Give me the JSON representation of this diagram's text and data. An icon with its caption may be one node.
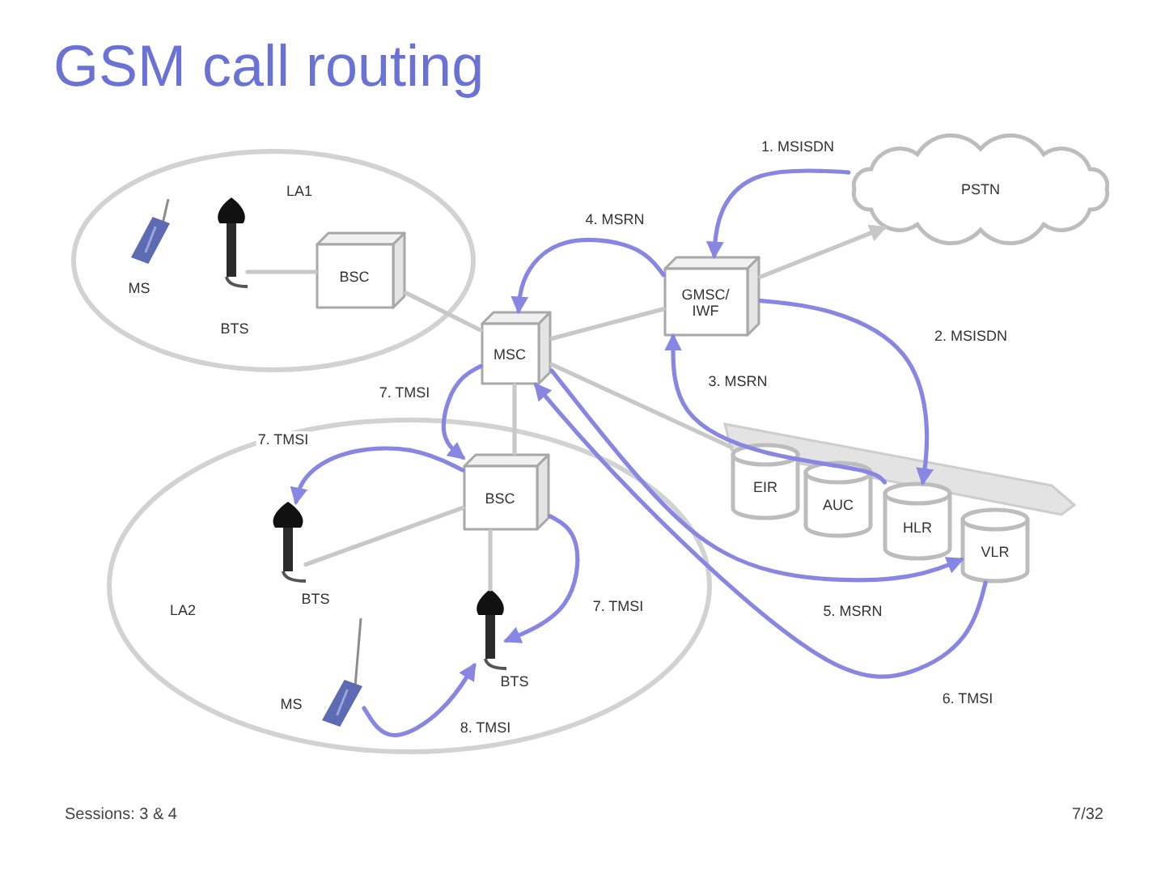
{
  "diagram": {
    "title": "GSM call routing",
    "nodes": [
      {
        "text": [
          "LA1"
        ]
      },
      {
        "text": [],
        "shape": "phone",
        "beside": [
          "MS"
        ],
        "in": 0
      },
      {
        "text": [],
        "shape": "antenna",
        "beside": [
          "BTS"
        ],
        "in": 0
      },
      {
        "text": [
          "BSC"
        ],
        "in": 0
      },
      {
        "text": [
          "MSC"
        ]
      },
      {
        "text": [
          "GMSC/ IWF"
        ]
      },
      {
        "text": [
          "PSTN"
        ]
      },
      {
        "text": [
          "EIR"
        ]
      },
      {
        "text": [
          "AUC"
        ]
      },
      {
        "text": [
          "HLR"
        ]
      },
      {
        "text": [
          "VLR"
        ]
      },
      {
        "text": [
          "LA2"
        ]
      },
      {
        "text": [
          "BSC"
        ],
        "in": 11
      },
      {
        "text": [],
        "shape": "antenna",
        "beside": [
          "BTS"
        ],
        "in": 11
      },
      {
        "text": [],
        "shape": "antenna",
        "beside": [
          "BTS"
        ],
        "in": 11
      },
      {
        "text": [],
        "shape": "phone",
        "beside": [
          "MS"
        ],
        "in": 11
      }
    ],
    "edges": [
      {
        "from": 2,
        "to": 3,
        "arrow": "none",
        "color": "#c8c8c8"
      },
      {
        "from": 3,
        "to": 4,
        "arrow": "none",
        "color": "#c8c8c8"
      },
      {
        "from": 4,
        "to": 5,
        "arrow": "none",
        "color": "#c8c8c8"
      },
      {
        "from": 5,
        "to": 6,
        "arrow": "to",
        "color": "#c8c8c8"
      },
      {
        "from": 4,
        "to": 7,
        "arrow": "none",
        "color": "#c8c8c8"
      },
      {
        "from": 4,
        "to": 12,
        "arrow": "none",
        "color": "#c8c8c8"
      },
      {
        "from": 12,
        "to": 13,
        "arrow": "none",
        "color": "#c8c8c8"
      },
      {
        "from": 12,
        "to": 14,
        "arrow": "none",
        "color": "#c8c8c8"
      },
      {
        "from": 6,
        "to": 5,
        "arrow": "to",
        "label": "1. MSISDN"
      },
      {
        "from": 5,
        "to": 9,
        "arrow": "to",
        "label": "2. MSISDN"
      },
      {
        "from": 9,
        "to": 5,
        "arrow": "to",
        "label": "3. MSRN"
      },
      {
        "from": 5,
        "to": 4,
        "arrow": "to",
        "label": "4. MSRN"
      },
      {
        "from": 4,
        "to": 10,
        "arrow": "to",
        "label": "5. MSRN"
      },
      {
        "from": 10,
        "to": 4,
        "arrow": "to",
        "label": "6. TMSI"
      },
      {
        "from": 4,
        "to": 12,
        "arrow": "to",
        "label": "7. TMSI"
      },
      {
        "from": 12,
        "to": 13,
        "arrow": "to",
        "label": "7. TMSI"
      },
      {
        "from": 12,
        "to": 14,
        "arrow": "to",
        "label": "7. TMSI"
      },
      {
        "from": 15,
        "to": 14,
        "arrow": "to",
        "label": "8. TMSI"
      }
    ],
    "labels": [
      "Sessions: 3 & 4",
      "7/32"
    ]
  }
}
